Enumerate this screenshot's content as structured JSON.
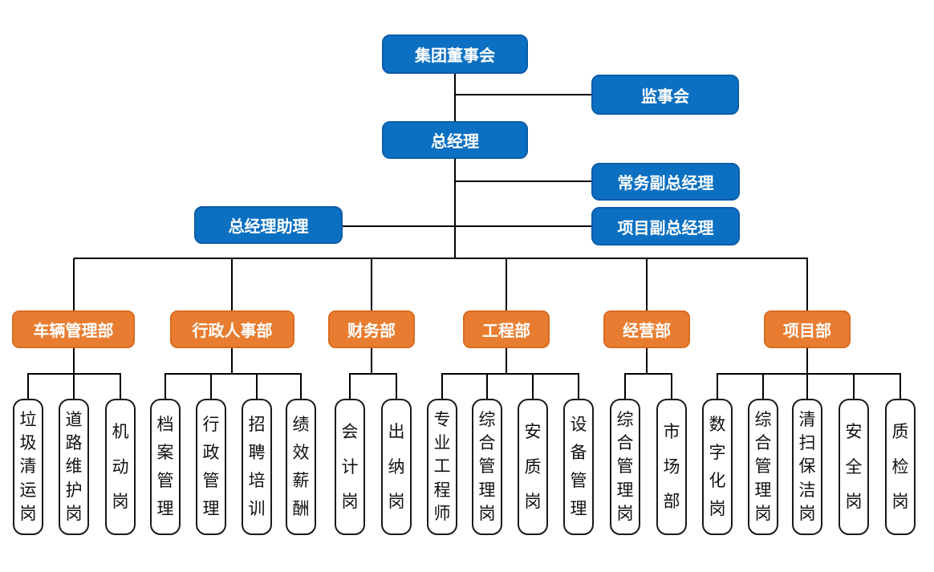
{
  "colors": {
    "blue": "#0b70c2",
    "blue_border": "#0a5ca8",
    "orange": "#e87d31",
    "orange_border": "#d96b1f",
    "pos_border": "#1a1a1a",
    "line": "#000000"
  },
  "nodes": {
    "board": {
      "label": "集团董事会"
    },
    "supervisory": {
      "label": "监事会"
    },
    "gm": {
      "label": "总经理"
    },
    "exec_deputy_gm": {
      "label": "常务副总经理"
    },
    "gm_assistant": {
      "label": "总经理助理"
    },
    "project_deputy_gm": {
      "label": "项目副总经理"
    }
  },
  "departments": [
    {
      "label": "车辆管理部",
      "children": [
        "垃圾清运岗",
        "道路维护岗",
        "机动岗"
      ]
    },
    {
      "label": "行政人事部",
      "children": [
        "档案管理",
        "行政管理",
        "招聘培训",
        "绩效薪酬"
      ]
    },
    {
      "label": "财务部",
      "children": [
        "会计岗",
        "出纳岗"
      ]
    },
    {
      "label": "工程部",
      "children": [
        "专业工程师",
        "综合管理岗",
        "安质岗",
        "设备管理"
      ]
    },
    {
      "label": "经营部",
      "children": [
        "综合管理岗",
        "市场部"
      ]
    },
    {
      "label": "项目部",
      "children": [
        "数字化岗",
        "综合管理岗",
        "清扫保洁岗",
        "安全岗",
        "质检岗"
      ]
    }
  ]
}
